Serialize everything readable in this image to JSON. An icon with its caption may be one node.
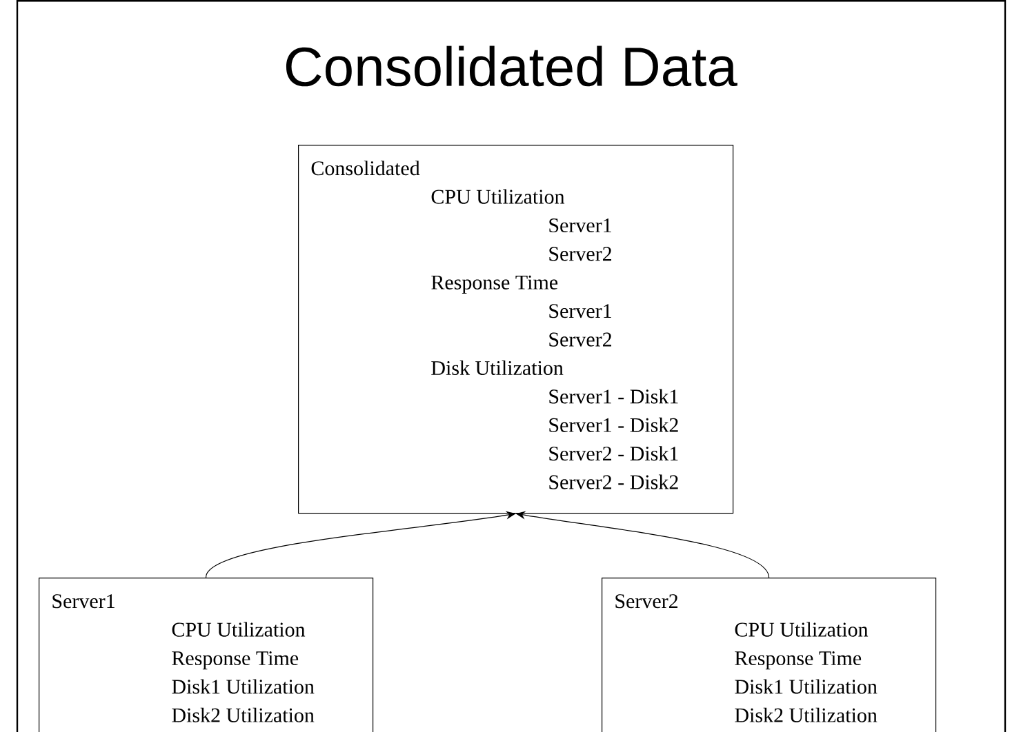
{
  "diagram": {
    "title": "Consolidated Data",
    "nodes": [
      {
        "text": [
          "Consolidated",
          "CPU Utilization",
          "Server1",
          "Server2",
          "Response Time",
          "Server1",
          "Server2",
          "Disk Utilization",
          "Server1 - Disk1",
          "Server1 - Disk2",
          "Server2 - Disk1",
          "Server2 - Disk2"
        ]
      },
      {
        "text": [
          "Server1",
          "CPU Utilization",
          "Response Time",
          "Disk1 Utilization",
          "Disk2 Utilization"
        ]
      },
      {
        "text": [
          "Server2",
          "CPU Utilization",
          "Response Time",
          "Disk1 Utilization",
          "Disk2 Utilization"
        ]
      }
    ],
    "edges": [
      {
        "from": 1,
        "to": 0,
        "arrow": "to"
      },
      {
        "from": 2,
        "to": 0,
        "arrow": "to"
      }
    ]
  }
}
